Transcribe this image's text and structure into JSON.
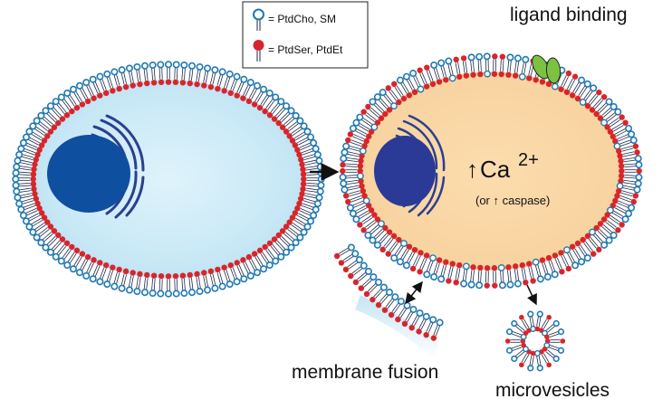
{
  "legend": {
    "outer_lipids": "= PtdCho, SM",
    "inner_lipids": "= PtdSer, PtdEt"
  },
  "labels": {
    "ligand_binding": "ligand binding",
    "calcium_arrow": "↑",
    "calcium": "Ca",
    "calcium_charge": "2+",
    "caspase": "(or ↑ caspase)",
    "membrane_fusion": "membrane fusion",
    "microvesicles": "microvesicles"
  },
  "colors": {
    "outer_head": "#1f78b4",
    "inner_head": "#d7262b",
    "tail": "#1c2a4a",
    "resting_cytoplasm": "#cdeaf7",
    "activated_cytoplasm": "#fad9a8",
    "nucleus": "#0e4fa0",
    "er": "#2c3f8f",
    "ligand": "#7cc242"
  },
  "icons": {
    "legend_outer": "open-circle-lipid-icon",
    "legend_inner": "red-circle-lipid-icon",
    "ligand": "ligand-icon"
  }
}
